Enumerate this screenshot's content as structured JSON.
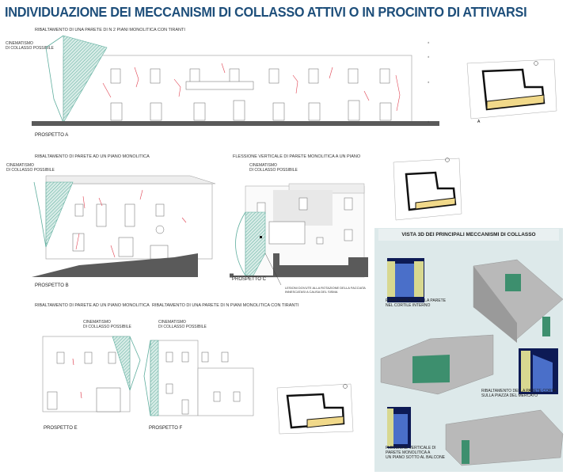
{
  "title": "INDIVIDUAZIONE DEI MECCANISMI DI COLLASSO ATTIVI O IN PROCINTO DI ATTIVARSI",
  "sections": {
    "a": {
      "heading": "RIBALTAMENTO DI UNA PARETE DI N 2 PIANI MONOLITICA CON TIRANTI",
      "kinematics_1": "CINEMATISMO",
      "kinematics_2": "DI COLLASSO POSSIBILE",
      "label": "PROSPETTO A"
    },
    "b": {
      "heading": "RIBALTAMENTO DI PARETE AD UN PIANO MONOLITICA",
      "kinematics_1": "CINEMATISMO",
      "kinematics_2": "DI COLLASSO POSSIBILE",
      "label": "PROSPETTO B"
    },
    "c": {
      "heading": "FLESSIONE VERTICALE DI PARETE MONOLITICA A UN PIANO",
      "kinematics_1": "CINEMATISMO",
      "kinematics_2": "DI COLLASSO POSSIBILE",
      "label": "PROSPETTO C",
      "note_1": "LESIONI DOVUTE ALLA ROTAZIONE DELLA FACCIATA",
      "note_2": "INNESCATASI A CAUSA DEL SISMA"
    },
    "e": {
      "heading": "RIBALTAMENTO DI PARETE AD UN PIANO MONOLITICA",
      "kinematics_1": "CINEMATISMO",
      "kinematics_2": "DI COLLASSO POSSIBILE",
      "label": "PROSPETTO E"
    },
    "f": {
      "heading": "RIBALTAMENTO DI UNA PARETE DI N PIANI MONOLITICA CON TIRANTI",
      "kinematics_1": "CINEMATISMO",
      "kinematics_2": "DI COLLASSO POSSIBILE",
      "label": "PROSPETTO F"
    }
  },
  "plan_marker": "A",
  "panel": {
    "heading": "VISTA 3D DEI PRINCIPALI MECCANISMI DI COLLASSO",
    "captions": [
      {
        "l1": "RIBALTAMENTO DELLA PARETE",
        "l2": "NEL CORTILE INTERNO",
        "l3": ""
      },
      {
        "l1": "RIBALTAMENTO DELLA PARETE CORTA",
        "l2": "SULLA PIAZZA DEL MERCATO",
        "l3": ""
      },
      {
        "l1": "FLESSIONE VERTICALE DI",
        "l2": "PARETE MONOLITICA A",
        "l3": "UN PIANO SOTTO AL BALCONE"
      }
    ]
  },
  "colors": {
    "title": "#1d4e7a",
    "hatch": "#5fae9e",
    "crack": "#e04050",
    "ground": "#5a5a5a",
    "panel": "#dde9ea",
    "model_gray": "#b9b9b9",
    "model_green": "#3d8f6e",
    "model_blue": "#4a6fc9",
    "model_yellow": "#d8d890"
  }
}
